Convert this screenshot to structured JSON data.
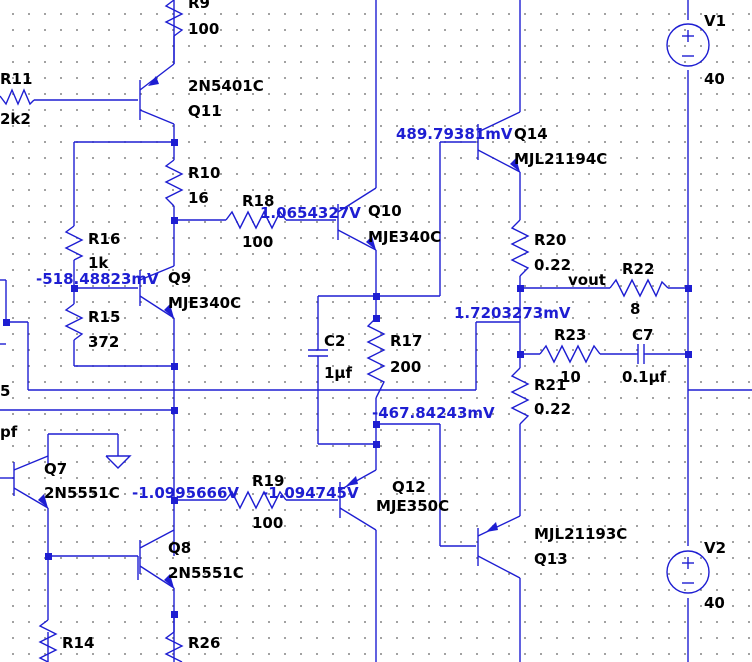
{
  "components": {
    "r9": {
      "name": "R9",
      "value": "100"
    },
    "r11": {
      "name": "R11",
      "value": "2k2"
    },
    "q11": {
      "name": "Q11",
      "model": "2N5401C"
    },
    "r10": {
      "name": "R10",
      "value": "16"
    },
    "r16": {
      "name": "R16",
      "value": "1k"
    },
    "r15": {
      "name": "R15",
      "value": "372"
    },
    "q9": {
      "name": "Q9",
      "model": "MJE340C"
    },
    "r18": {
      "name": "R18",
      "value": "100"
    },
    "q10": {
      "name": "Q10",
      "model": "MJE340C"
    },
    "c2": {
      "name": "C2",
      "value": "1µf"
    },
    "r17": {
      "name": "R17",
      "value": "200"
    },
    "q14": {
      "name": "Q14",
      "model": "MJL21194C"
    },
    "r20": {
      "name": "R20",
      "value": "0.22"
    },
    "r22": {
      "name": "R22",
      "value": "8"
    },
    "r23": {
      "name": "R23",
      "value": "10"
    },
    "c7": {
      "name": "C7",
      "value": "0.1µf"
    },
    "r21": {
      "name": "R21",
      "value": "0.22"
    },
    "q7": {
      "name": "Q7",
      "model": "2N5551C"
    },
    "q8": {
      "name": "Q8",
      "model": "2N5551C"
    },
    "r19": {
      "name": "R19",
      "value": "100"
    },
    "q12": {
      "name": "Q12",
      "model": "MJE350C"
    },
    "q13": {
      "name": "Q13",
      "model": "MJL21193C"
    },
    "r14": {
      "name": "R14"
    },
    "r26": {
      "name": "R26"
    },
    "v1": {
      "name": "V1",
      "value": "40"
    },
    "v2": {
      "name": "V2",
      "value": "40"
    }
  },
  "net_labels": {
    "vout": "vout"
  },
  "voltages": {
    "q10_base": "1.0654327V",
    "q9_node": "-518.48823mV",
    "q14_base": "489.79381mV",
    "out_node": "1.7203273mV",
    "q12_emitter": "-467.84243mV",
    "q8_collector": "-1.0995666V",
    "q12_base": "-1.094745V"
  },
  "partial_labels": {
    "left_5": "5",
    "left_pf": "pf"
  },
  "colors": {
    "wire": "#1e1ed2",
    "text": "#000000",
    "voltage_label": "#1e1ed2",
    "grid_dot": "#8a8a8a"
  }
}
